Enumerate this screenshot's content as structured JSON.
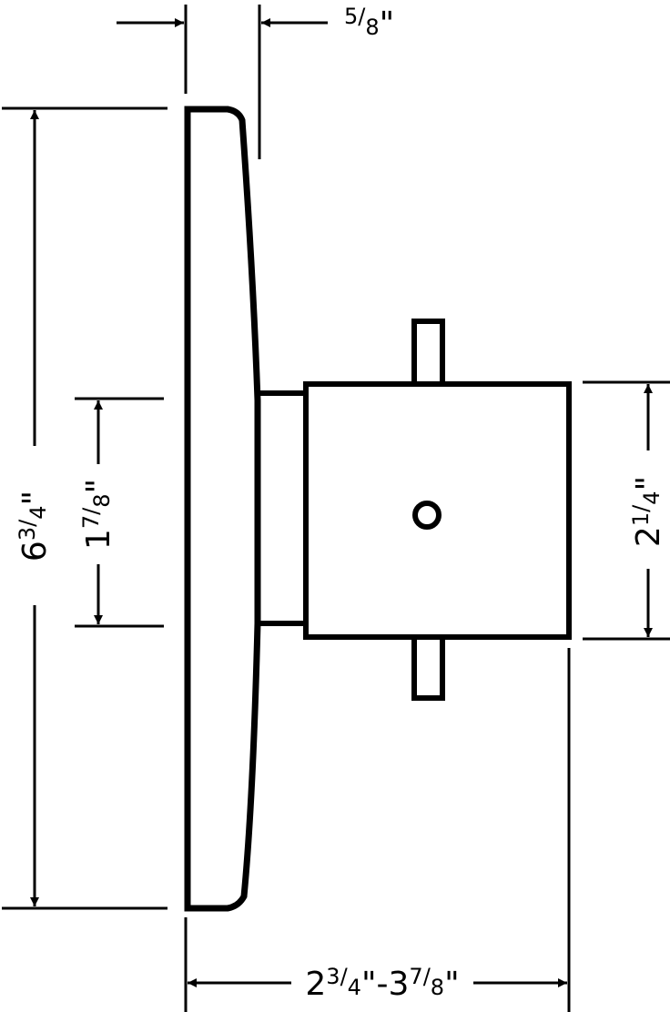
{
  "dimensions": {
    "overall_height": {
      "whole": "6",
      "num": "3",
      "den": "4",
      "unit": "\""
    },
    "center_offset": {
      "whole": "1",
      "num": "7",
      "den": "8",
      "unit": "\""
    },
    "body_height": {
      "whole": "2",
      "num": "1",
      "den": "4",
      "unit": "\""
    },
    "plate_thickness": {
      "whole": "",
      "num": "5",
      "den": "8",
      "unit": "\""
    },
    "projection": {
      "min": {
        "whole": "2",
        "num": "3",
        "den": "4",
        "unit": "\""
      },
      "separator": "-",
      "max": {
        "whole": "3",
        "num": "7",
        "den": "8",
        "unit": "\""
      }
    }
  },
  "colors": {
    "line": "#000000",
    "background": "#ffffff"
  }
}
